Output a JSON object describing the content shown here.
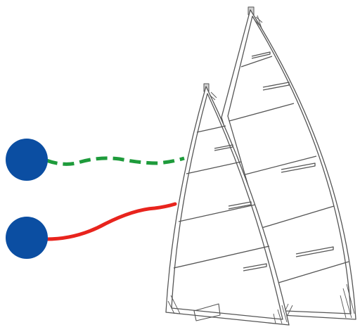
{
  "diagram": {
    "type": "sailplan",
    "sails": [
      {
        "name": "main-sail",
        "position": "back",
        "batten_count": 4
      },
      {
        "name": "front-sail",
        "position": "front",
        "batten_count": 4
      }
    ],
    "markers": [
      {
        "name": "upper-marker",
        "color": "#0B4EA2",
        "line_color": "#1E9B3B",
        "line_style": "dashed"
      },
      {
        "name": "lower-marker",
        "color": "#0B4EA2",
        "line_color": "#E8241D",
        "line_style": "solid"
      }
    ],
    "colors": {
      "background": "#FFFFFF",
      "outline": "#555555",
      "marker": "#0B4EA2",
      "dashed_line": "#1E9B3B",
      "solid_line": "#E8241D"
    }
  }
}
